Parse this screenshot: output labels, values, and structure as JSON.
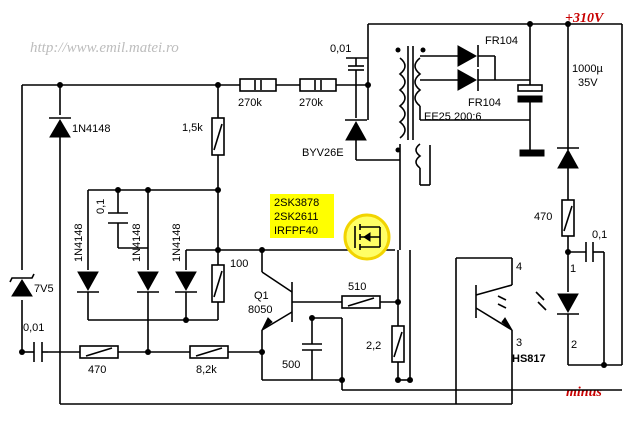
{
  "watermark_url": "http://www.emil.matei.ro",
  "rails": {
    "positive": "+310V",
    "negative": "minus"
  },
  "mosfet_options": [
    "2SK3878",
    "2SK2611",
    "IRFPF40"
  ],
  "labels": {
    "c_snubber": "0,01",
    "d_byv": "BYV26E",
    "d_fr1": "FR104",
    "d_fr2": "FR104",
    "transformer": "EE25  200:6",
    "c_out_value": "1000µ",
    "c_out_voltage": "35V",
    "r_270k_1": "270k",
    "r_270k_2": "270k",
    "r_1_5k": "1,5k",
    "d_1n4148_top": "1N4148",
    "c_0_1_left": "0,1",
    "d_1n4148_a": "1N4148",
    "d_1n4148_b": "1N4148",
    "d_1n4148_c": "1N4148",
    "r_100": "100",
    "zener": "7V5",
    "q1": "Q1",
    "q1_type": "8050",
    "r_510": "510",
    "r_2_2": "2,2",
    "c_500": "500",
    "c_0_01_in": "0,01",
    "r_470_in": "470",
    "r_8_2k": "8,2k",
    "r_470_led": "470",
    "c_0_1_right": "0,1",
    "opto": "HS817",
    "pin1": "1",
    "pin2": "2",
    "pin3": "3",
    "pin4": "4"
  },
  "colors": {
    "rail_red": "#c80000",
    "highlight_yellow": "#ffff00",
    "mosfet_circle": "#f2d400",
    "watermark": "#bdbdbd"
  }
}
